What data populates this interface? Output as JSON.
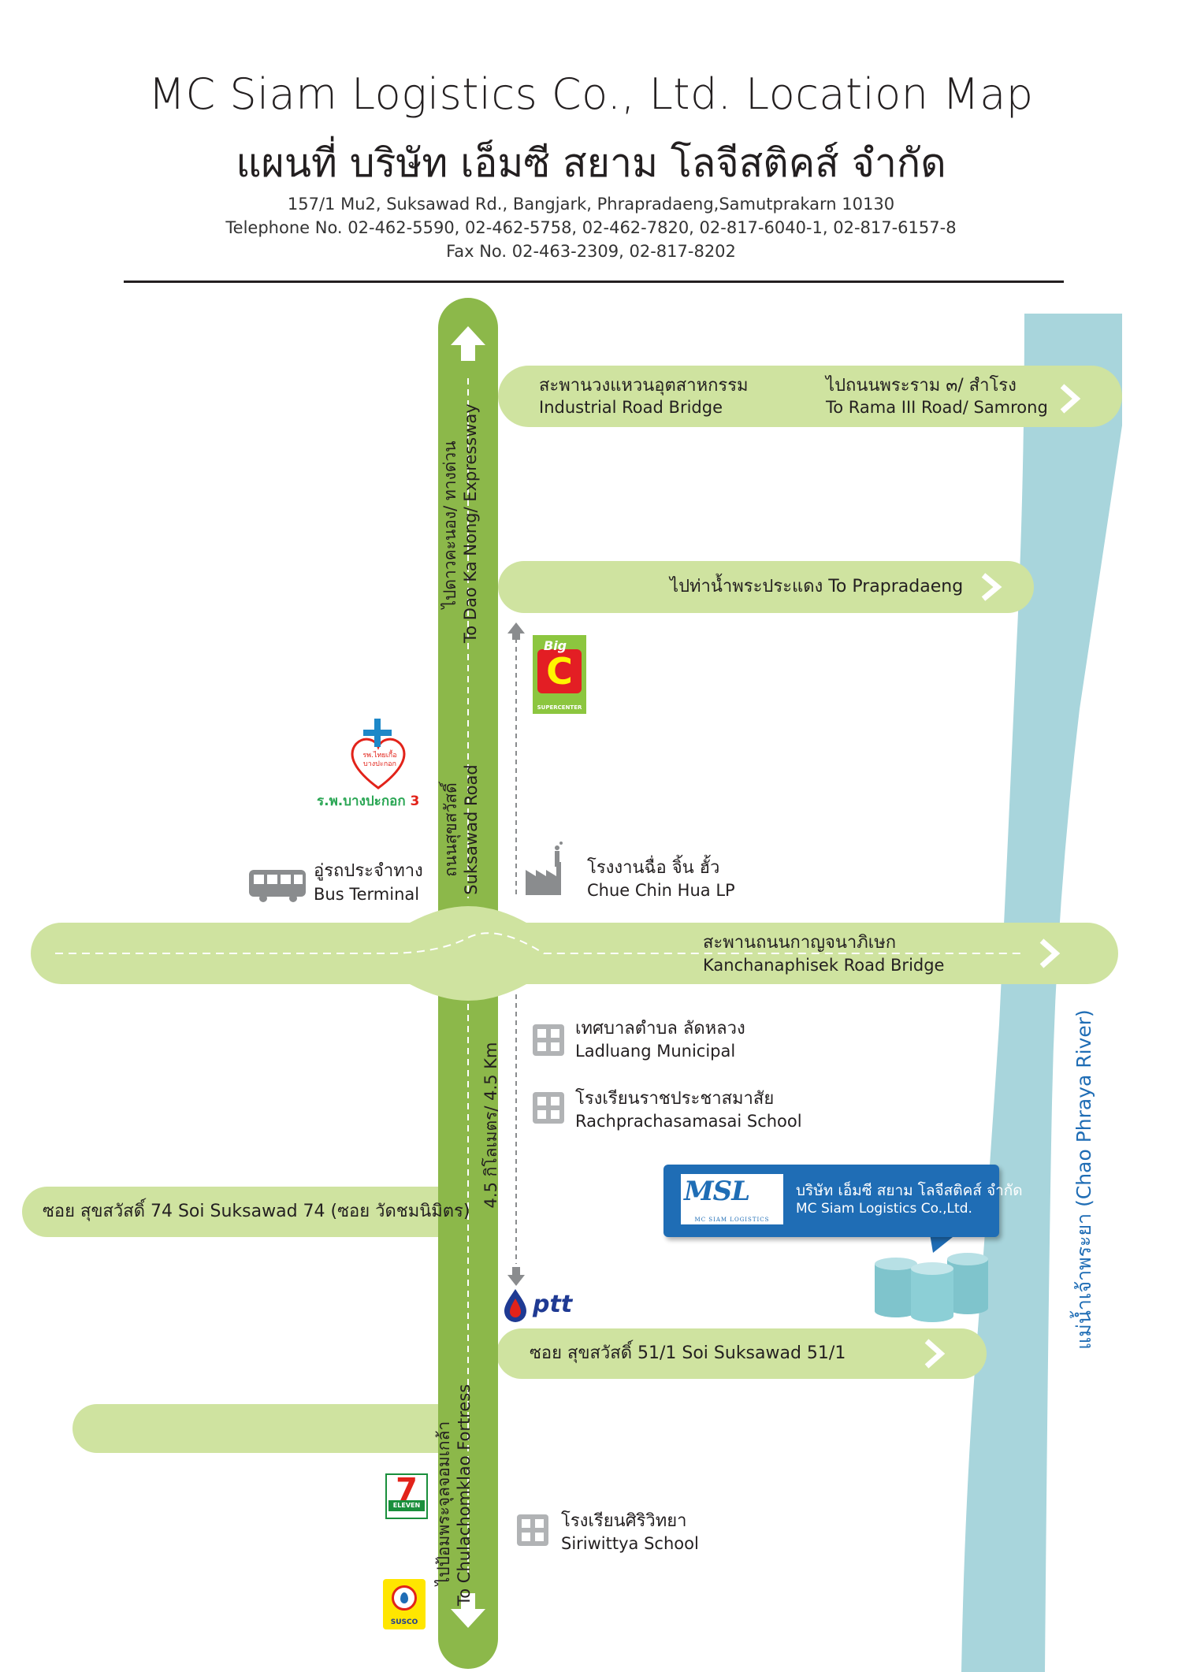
{
  "header": {
    "title_en": "MC Siam Logistics Co., Ltd. Location Map",
    "title_th": "แผนที่ บริษัท เอ็มซี สยาม โลจีสติคส์ จำกัด",
    "address": "157/1 Mu2, Suksawad Rd., Bangjark, Phrapradaeng,Samutprakarn 10130",
    "telephone": "Telephone No. 02-462-5590, 02-462-5758, 02-462-7820, 02-817-6040-1, 02-817-6157-8",
    "fax": "Fax No. 02-463-2309, 02-817-8202"
  },
  "map": {
    "colors": {
      "road": "#8cb84a",
      "road_light": "#cfe3a0",
      "river": "#a8d5dc",
      "icon_gray": "#8a8c8e",
      "company_blue": "#1f6db5"
    },
    "main_road": {
      "north_th": "ไปดาวคะนอง/ ทางด่วน",
      "north_en": "To Dao Ka Nong/ Expressway",
      "name_th": "ถนนสุขสวัสดิ์",
      "name_en": "Suksawad Road",
      "south_th": "ไปป้อมพระจุลจอมเกล้า",
      "south_en": "To Chulachomklao Fortress"
    },
    "industrial_bridge": {
      "th": "สะพานวงแหวนอุตสาหกรรม",
      "en": "Industrial Road Bridge"
    },
    "rama3": {
      "th": "ไปถนนพระราม ๓/ สำโรง",
      "en": "To Rama III Road/ Samrong"
    },
    "prapradaeng": "ไปท่าน้ำพระประแดง  To Prapradaeng",
    "big_c": {
      "small": "Big",
      "letter": "C",
      "sub": "SUPERCENTER"
    },
    "hospital": {
      "logo_text": "รพ.ไทยเกื้อ บางปะกอก",
      "name": "ร.พ.บางปะกอก",
      "number": "3"
    },
    "bus_terminal": {
      "th": "อู่รถประจำทาง",
      "en": "Bus Terminal"
    },
    "factory": {
      "th": "โรงงานฉื่อ จิ้น ฮั้ว",
      "en": "Chue Chin Hua LP"
    },
    "kanchanaphisek": {
      "th": "สะพานถนนกาญจนาภิเษก",
      "en": "Kanchanaphisek Road Bridge"
    },
    "ladluang": {
      "th": "เทศบาลตำบล ลัดหลวง",
      "en": "Ladluang Municipal"
    },
    "rachpracha": {
      "th": "โรงเรียนราชประชาสมาสัย",
      "en": "Rachprachasamasai School"
    },
    "distance": "4.5 กิโลเมตร/ 4.5 Km",
    "soi74": "ซอย สุขสวัสดิ์ 74 Soi Suksawad 74 (ซอย วัดชมนิมิตร)",
    "company": {
      "logo": "MSL",
      "logo_sub": "MC SIAM LOGISTICS",
      "name_th": "บริษัท เอ็มซี สยาม โลจีสติคส์ จำกัด",
      "name_en": "MC Siam Logistics Co.,Ltd."
    },
    "ptt": "ptt",
    "soi51": "ซอย สุขสวัสดิ์ 51/1 Soi Suksawad 51/1",
    "seven_eleven": {
      "number": "7",
      "word": "ELEVEN"
    },
    "siriwittya": {
      "th": "โรงเรียนศิริวิทยา",
      "en": "Siriwittya School"
    },
    "susco": "SUSCO",
    "river": "แม่น้ำเจ้าพระยา (Chao Phraya River)"
  }
}
